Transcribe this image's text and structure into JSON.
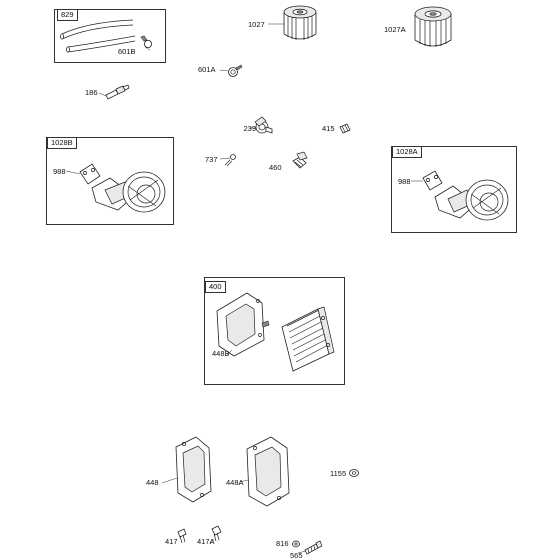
{
  "groups": {
    "g829": "829",
    "g1028b": "1028B",
    "g1028a": "1028A",
    "g400": "400"
  },
  "callouts": {
    "c601b": "601B",
    "c1027": "1027",
    "c1027a": "1027A",
    "c601a": "601A",
    "c186": "186",
    "c239": "239",
    "c415": "415",
    "c737": "737",
    "c460": "460",
    "c988_left": "988",
    "c988_right": "988",
    "c448b": "448B",
    "c448": "448",
    "c448a": "448A",
    "c1155": "1155",
    "c417": "417",
    "c417a": "417A",
    "c816": "816",
    "c565": "565"
  }
}
